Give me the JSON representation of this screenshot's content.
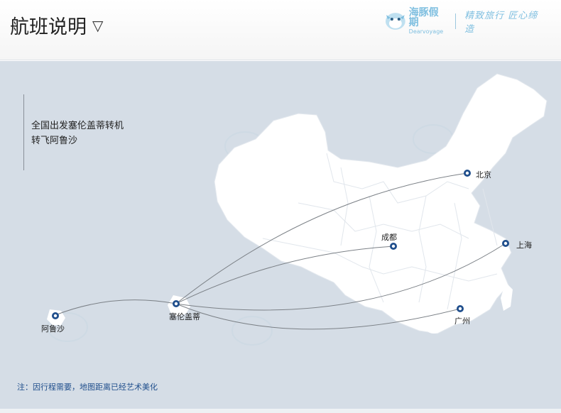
{
  "header": {
    "title": "航班说明",
    "title_arrow": "▽",
    "brand_name": "海豚假期",
    "brand_en": "Dearvoyage",
    "brand_slogan": "精致旅行 匠心缔造"
  },
  "info": {
    "line1": "全国出发塞伦盖蒂转机",
    "line2": "转飞阿鲁沙"
  },
  "cities": {
    "beijing": "北京",
    "shanghai": "上海",
    "chengdu": "成都",
    "guangzhou": "广州",
    "serengeti": "塞伦盖蒂",
    "arusha": "阿鲁沙"
  },
  "note": "注：因行程需要，地图距离已经艺术美化",
  "colors": {
    "sea": "#d5dde6",
    "land": "#ffffff",
    "route": "#7b8086",
    "marker": "#1f4e8c",
    "note": "#1f4e8c",
    "brand": "#7fbfe0"
  },
  "icons": {
    "city_marker": "ring-dot",
    "brand_mascot": "dolphin-icon"
  }
}
